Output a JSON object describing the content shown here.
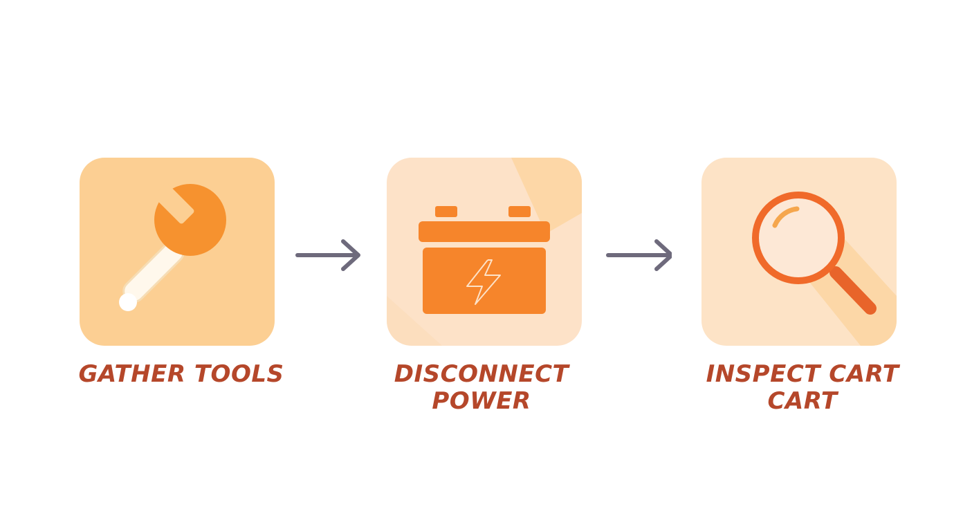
{
  "steps": [
    {
      "label": "GATHER TOOLS",
      "label_lines": [
        "GATHER TOOLS"
      ],
      "icon": "wrench-icon"
    },
    {
      "label": "DISCONNECT POWER",
      "label_lines": [
        "DISCONNECT",
        "POWER"
      ],
      "icon": "battery-icon"
    },
    {
      "label": "INSPECT CART CART",
      "label_lines": [
        "INSPECT CART",
        "CART"
      ],
      "icon": "magnifier-icon"
    }
  ],
  "connectors": [
    "arrow-right-icon",
    "arrow-right-icon"
  ],
  "colors": {
    "background": "#ffffff",
    "card_1": "#fccf93",
    "card_2": "#fde2c8",
    "card_3": "#fde3c6",
    "icon_orange": "#f6852b",
    "label_text": "#b5472a",
    "arrow": "#6e6a7c"
  }
}
